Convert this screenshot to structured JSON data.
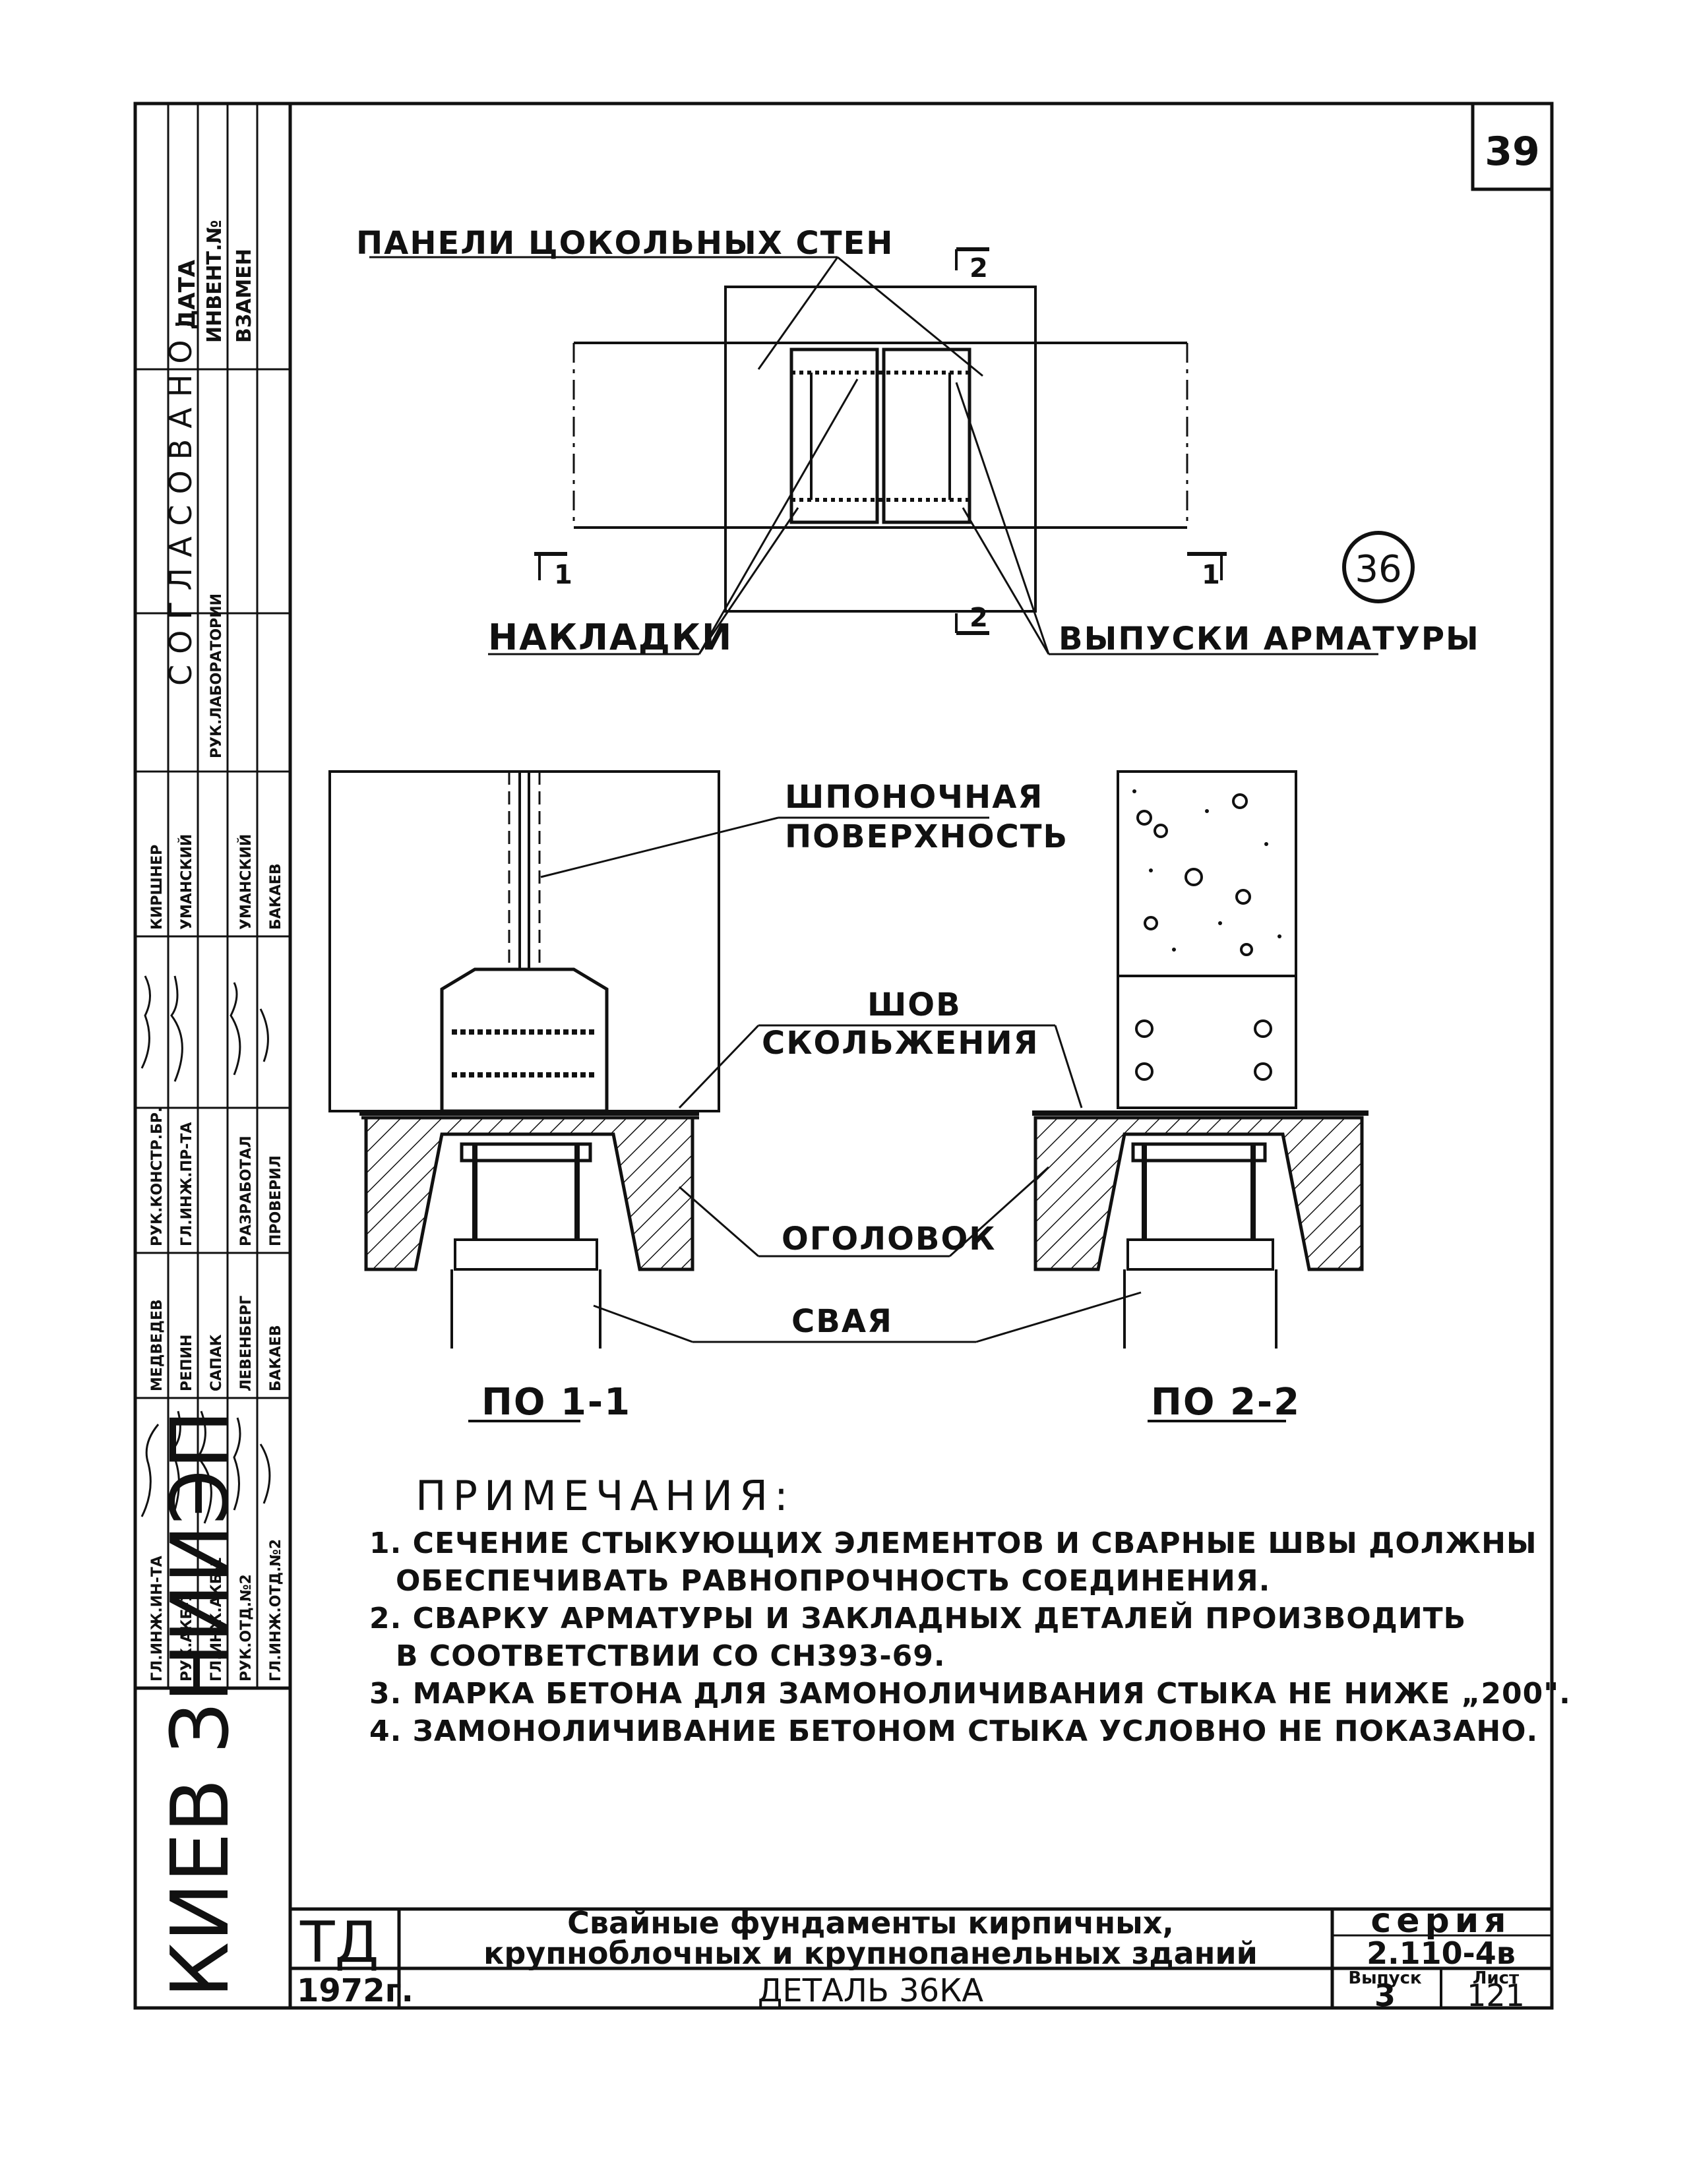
{
  "sheet_number": "39",
  "detail_mark": "36",
  "plan": {
    "label_panels": "ПАНЕЛИ ЦОКОЛЬНЫХ СТЕН",
    "label_plates": "НАКЛАДКИ",
    "label_rebar": "ВЫПУСКИ АРМАТУРЫ",
    "cut_1": "1",
    "cut_2": "2"
  },
  "sections": {
    "label_key_surface_1": "ШПОНОЧНАЯ",
    "label_key_surface_2": "ПОВЕРХНОСТЬ",
    "label_slip_joint_1": "ШОВ",
    "label_slip_joint_2": "СКОЛЬЖЕНИЯ",
    "label_pile_cap": "ОГОЛОВОК",
    "label_pile": "СВАЯ",
    "caption_1": "ПО 1-1",
    "caption_2": "ПО 2-2"
  },
  "notes": {
    "title": "ПРИМЕЧАНИЯ:",
    "lines": [
      "1. СЕЧЕНИЕ СТЫКУЮЩИХ ЭЛЕМЕНТОВ И СВАРНЫЕ ШВЫ ДОЛЖНЫ",
      "ОБЕСПЕЧИВАТЬ РАВНОПРОЧНОСТЬ СОЕДИНЕНИЯ.",
      "2. СВАРКУ АРМАТУРЫ И ЗАКЛАДНЫХ ДЕТАЛЕЙ ПРОИЗВОДИТЬ",
      "В СООТВЕТСТВИИ СО СН393-69.",
      "3. МАРКА БЕТОНА ДЛЯ ЗАМОНОЛИЧИВАНИЯ СТЫКА НЕ НИЖЕ „200\".",
      "4. ЗАМОНОЛИЧИВАНИЕ БЕТОНОМ СТЫКА УСЛОВНО НЕ ПОКАЗАНО."
    ]
  },
  "title_block": {
    "code": "ТД",
    "year": "1972г.",
    "title_1": "Свайные фундаменты кирпичных,",
    "title_2": "крупноблочных и крупнопанельных зданий",
    "detail": "ДЕТАЛЬ 36КА",
    "series_label": "серия",
    "series": "2.110-4в",
    "issue_label": "Выпуск",
    "issue": "3",
    "sheet_label": "Лист",
    "sheet": "121"
  },
  "side_block": {
    "org": "КИЕВ ЗНИИЭП",
    "agreed": "СОГЛАСОВАНО:",
    "date": "ДАТА",
    "inv": "ИНВЕНТ.№",
    "instead": "ВЗАМЕН",
    "roles": [
      "ГЛ.ИНЖ.ИН-ТА",
      "РУК.АКБ-1",
      "ГЛ.ИНЖ.АКБ-1",
      "РУК.ОТД.№2",
      "ГЛ.ИНЖ.ОТД.№2"
    ],
    "names": [
      "МЕДВЕДЕВ",
      "РЕПИН",
      "САПАК",
      "ЛЕВЕНБЕРГ",
      "БАКАЕВ"
    ],
    "roles2": [
      "РУК.КОНСТР.БР.",
      "ГЛ.ИНЖ.ПР-ТА",
      "РАЗРАБОТАЛ",
      "ПРОВЕРИЛ"
    ],
    "names2": [
      "КИРШНЕР",
      "УМАНСКИЙ",
      "УМАНСКИЙ",
      "БАКАЕВ"
    ],
    "lab": "РУК.ЛАБОРАТОРИИ"
  }
}
